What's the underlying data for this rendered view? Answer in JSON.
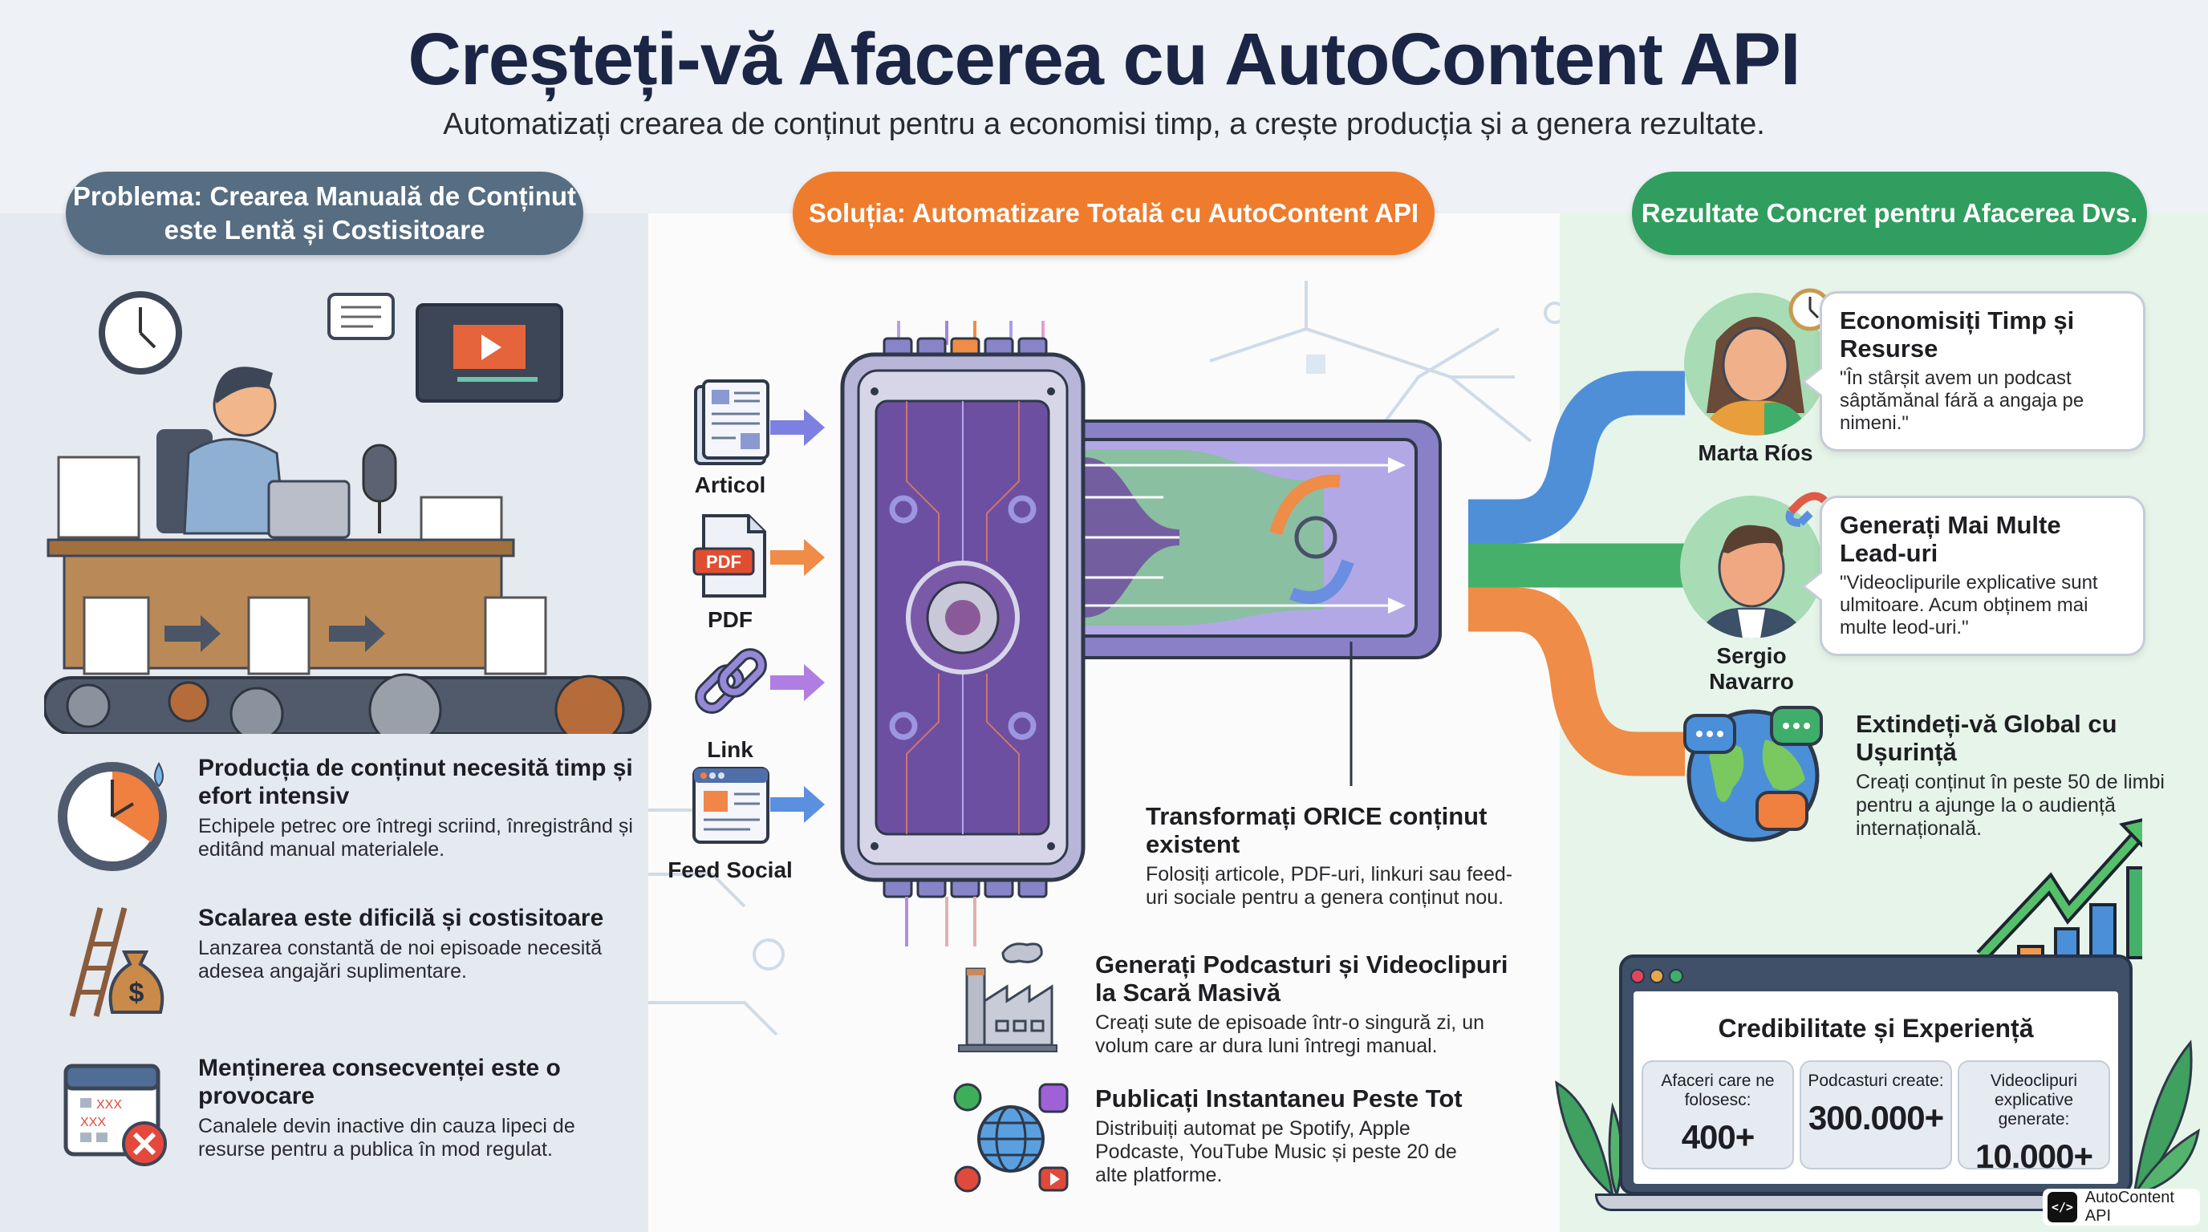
{
  "header": {
    "title": "Creșteți-vă Afacerea cu AutoContent API",
    "subtitle": "Automatizați crearea de conținut pentru a economisi timp, a crește producția și a genera rezultate."
  },
  "colors": {
    "problem_pill": "#566d82",
    "solution_pill": "#ef7b2c",
    "results_pill": "#2f9e5e",
    "flow_blue": "#4f8fd8",
    "flow_green": "#45b06a",
    "flow_orange": "#ef8c47",
    "processor_purple": "#6c4fa0"
  },
  "problem": {
    "heading": "Problema: Crearea Manuală de Conținut este Lentă și Costisitoare",
    "items": [
      {
        "icon": "clock-time-icon",
        "title": "Producția de conținut necesită timp și efort intensiv",
        "desc": "Echipele petrec ore întregi scriind, înregistrând și editând manual materialele."
      },
      {
        "icon": "ladder-money-bag-icon",
        "title": "Scalarea este dificilă și costisitoare",
        "desc": "Lanzarea constantă de noi episoade necesită adesea angajări suplimentare."
      },
      {
        "icon": "calendar-missed-icon",
        "title": "Menținerea consecvenței este o provocare",
        "desc": "Canalele devin inactive din cauza lipeci de resurse pentru a publica în mod regulat."
      }
    ]
  },
  "solution": {
    "heading": "Soluția: Automatizare Totală cu AutoContent API",
    "sources": [
      {
        "icon": "article-icon",
        "label": "Articol"
      },
      {
        "icon": "pdf-icon",
        "label": "PDF",
        "badge": "PDF"
      },
      {
        "icon": "link-icon",
        "label": "Link"
      },
      {
        "icon": "social-feed-icon",
        "label": "Feed Social"
      }
    ],
    "blocks": [
      {
        "title": "Transformați ORICE conținut existent",
        "desc": "Folosiți articole, PDF-uri, linkuri sau feed-uri sociale pentru a genera conținut nou."
      },
      {
        "title": "Generați Podcasturi și Videoclipuri la Scară Masivă",
        "desc": "Creați sute de episoade într-o singură zi, un volum care ar dura luni întregi manual."
      },
      {
        "title": "Publicați Instantaneu Peste Tot",
        "desc": "Distribuiți automat pe Spotify, Apple Podcaste, YouTube Music și peste 20 de alte platforme."
      }
    ]
  },
  "results": {
    "heading": "Rezultate Concret pentru Afacerea Dvs.",
    "testimonials": [
      {
        "name": "Marta Ríos",
        "title": "Economisiți Timp și Resurse",
        "quote": "\"În stârșit avem un podcast sâptămănal fáră a angaja pe nimeni.\"",
        "badge_icon": "clock-icon"
      },
      {
        "name": "Sergio Navarro",
        "title": "Generați Mai Multe Lead-uri",
        "quote": "\"Videoclipurile explicative sunt ulmitoare. Acum obținem mai multe leod-uri.\"",
        "badge_icon": "magnet-icon"
      }
    ],
    "global": {
      "title": "Extindeți-vă Global cu Ușurință",
      "desc": "Creați conținut în peste 50 de limbi pentru a ajunge la o audiență internațională."
    },
    "credibility": {
      "title": "Credibilitate și Experiență",
      "stats": [
        {
          "label": "Afaceri care ne folosesc:",
          "value": "400+"
        },
        {
          "label": "Podcasturi create:",
          "value": "300.000+"
        },
        {
          "label": "Videoclipuri explicative generate:",
          "value": "10.000+"
        }
      ]
    }
  },
  "brand": {
    "icon_text": "</>",
    "name": "AutoContent API"
  }
}
